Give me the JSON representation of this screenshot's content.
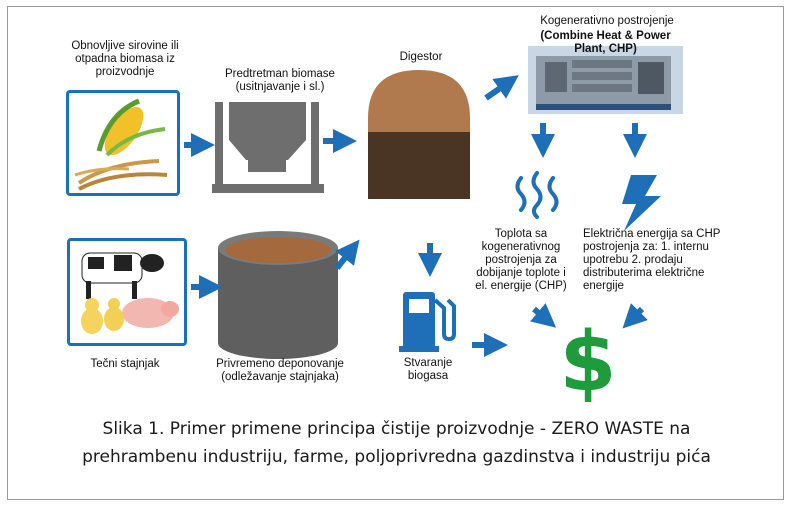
{
  "labels": {
    "raw_materials": "Obnovljive sirovine ili otpadna biomasa iz proizvodnje",
    "pretreatment": "Predtretman biomase (usitnjavanje i sl.)",
    "digestor": "Digestor",
    "chp_title": "Kogenerativno postrojenje",
    "chp_subtitle": "(Combine Heat & Power Plant, CHP)",
    "heat": "Toplota sa kogenerativnog postrojenja za dobijanje toplote i el. energije (CHP)",
    "electricity": "Električna energija sa CHP postrojenja za: 1. internu upotrebu 2. prodaju distributerima električne energije",
    "manure": "Tečni stajnjak",
    "storage": "Privremeno deponovanje (odležavanje stajnjaka)",
    "biogas": "Stvaranje biogasa"
  },
  "caption": {
    "line1": "Slika 1. Primer primene principa čistije proizvodnje - ZERO WASTE na",
    "line2": "prehrambenu industriju, farme, poljoprivredna gazdinstva i industriju pića"
  },
  "colors": {
    "arrow_blue": "#1f6fb8",
    "dollar_green": "#1f9a3c",
    "digester_top": "#b07a4e",
    "digester_bottom": "#4a3525",
    "tank_gray": "#5f5f5f"
  },
  "icons": [
    "corn-wheat-image",
    "hopper-icon",
    "digester-icon",
    "chp-engine-image",
    "heat-waves-icon",
    "lightning-icon",
    "livestock-image",
    "storage-tank-icon",
    "fuel-pump-icon",
    "dollar-icon"
  ]
}
